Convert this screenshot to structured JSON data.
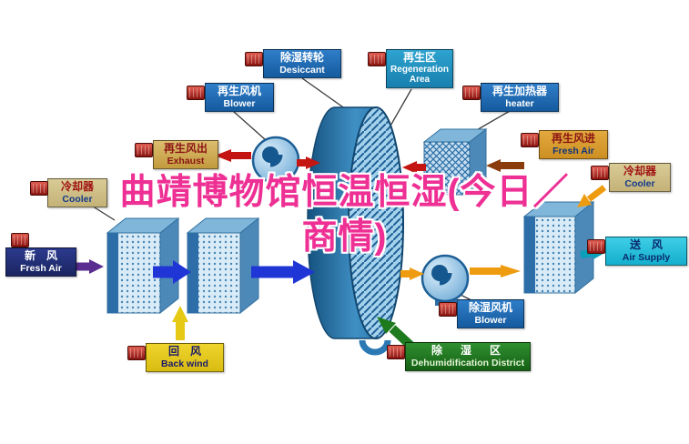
{
  "title": {
    "full": "曲靖博物馆恒温恒湿(今日／商情)",
    "line1": "曲靖博物馆恒温恒湿(今日／",
    "line2": "商情)"
  },
  "labels": {
    "regen_blower": {
      "zh": "再生风机",
      "en": "Blower"
    },
    "desiccant": {
      "zh": "除湿转轮",
      "en": "Desiccant"
    },
    "regen_area": {
      "zh": "再生区",
      "en": "Regeneration Area"
    },
    "heater": {
      "zh": "再生加热器",
      "en": "heater"
    },
    "exhaust": {
      "zh": "再生风出",
      "en": "Exhaust"
    },
    "regen_fresh": {
      "zh": "再生风进",
      "en": "Fresh Air"
    },
    "cooler_left": {
      "zh": "冷却器",
      "en": "Cooler"
    },
    "cooler_right": {
      "zh": "冷却器",
      "en": "Cooler"
    },
    "fresh_air": {
      "zh": "新　风",
      "en": "Fresh Air"
    },
    "air_supply": {
      "zh": "送　风",
      "en": "Air Supply"
    },
    "back_wind": {
      "zh": "回　风",
      "en": "Back wind"
    },
    "dehumid_blower": {
      "zh": "除湿风机",
      "en": "Blower"
    },
    "dehumid_district": {
      "zh": "除　湿　区",
      "en": "Dehumidification District"
    }
  },
  "colors": {
    "title_pink": "#ee2f94",
    "label_blue": "#155a9e",
    "label_teal": "#187fae",
    "label_tan": "#c29a3e",
    "label_navy": "#1a2560",
    "label_cyan": "#14aecd",
    "label_yellow": "#d9bc12",
    "label_green": "#156015",
    "arrow_red": "#c41512",
    "arrow_brown": "#8a3c0c",
    "arrow_orange": "#ef9b0f",
    "arrow_blue": "#1f35d6",
    "arrow_purple": "#5a2d91",
    "arrow_yellow": "#e6c914",
    "arrow_green": "#1d7a1d",
    "arrow_teal": "#0a9fb8",
    "rotor_blue": "#2b79b4"
  }
}
